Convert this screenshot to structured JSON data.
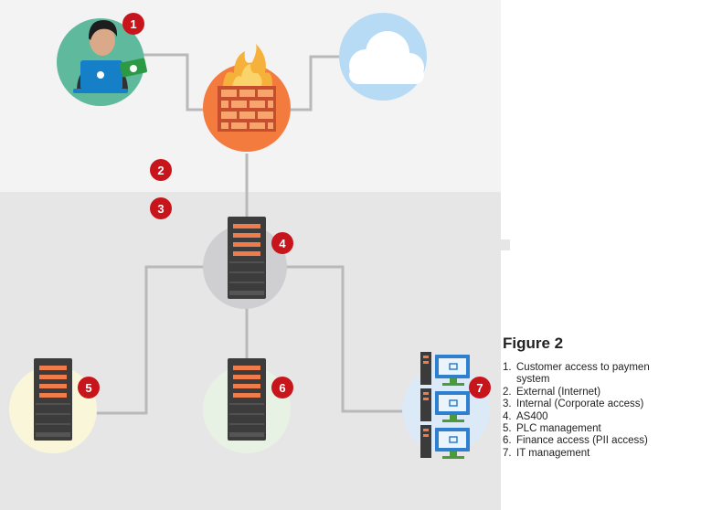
{
  "colors": {
    "top_zone": "#f3f3f3",
    "lower_zone": "#e6e6e6",
    "connector": "#b9b9b9",
    "badge": "#c8151b",
    "badge_text": "#ffffff",
    "server_body": "#3c3c3c",
    "server_accent": "#ef7c4a",
    "firewall_circle": "#f47b3e",
    "cloud_circle": "#b7dbf5",
    "user_circle": "#5fb99d",
    "server4_circle": "#cfcfd2",
    "server5_circle": "#faf6d9",
    "server6_circle": "#e7f1e4",
    "server7_circle": "#dbeaf6",
    "monitor_frame": "#2f7fcf",
    "monitor_base": "#4d9a3c"
  },
  "icons": {
    "user": "user-with-laptop-and-cash-icon",
    "firewall": "firewall-brick-wall-with-flames-icon",
    "cloud": "cloud-icon",
    "server": "server-rack-icon",
    "workstations": "stacked-workstations-icon"
  },
  "badges": [
    {
      "id": "1"
    },
    {
      "id": "2"
    },
    {
      "id": "3"
    },
    {
      "id": "4"
    },
    {
      "id": "5"
    },
    {
      "id": "6"
    },
    {
      "id": "7"
    }
  ],
  "legend": {
    "title": "Figure 2",
    "items": [
      {
        "num": "1.",
        "text": "Customer access to paymen\nsystem"
      },
      {
        "num": "2.",
        "text": "External (Internet)"
      },
      {
        "num": "3.",
        "text": "Internal (Corporate access)"
      },
      {
        "num": "4.",
        "text": "AS400"
      },
      {
        "num": "5.",
        "text": "PLC management"
      },
      {
        "num": "6.",
        "text": "Finance access (PII access)"
      },
      {
        "num": "7.",
        "text": "IT management"
      }
    ]
  }
}
